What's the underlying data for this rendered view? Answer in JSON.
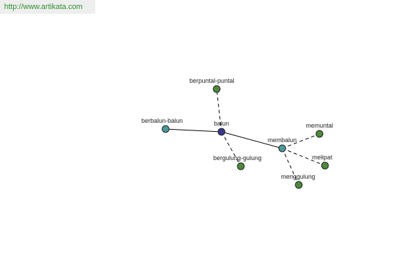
{
  "source": {
    "url": "http://www.artikata.com"
  },
  "colors": {
    "center_node": "#3a3a8c",
    "synonym_node": "#4a9a9a",
    "related_node": "#4e8a3c"
  },
  "graph": {
    "nodes": [
      {
        "id": "balun",
        "label": "balun",
        "kind": "center"
      },
      {
        "id": "berbalun-balun",
        "label": "berbalun-balun",
        "kind": "synonym"
      },
      {
        "id": "membalun",
        "label": "membalun",
        "kind": "synonym"
      },
      {
        "id": "berpuntal-puntal",
        "label": "berpuntal-puntal",
        "kind": "related"
      },
      {
        "id": "bergulung-gulung",
        "label": "bergulung-gulung",
        "kind": "related"
      },
      {
        "id": "memuntal",
        "label": "memuntal",
        "kind": "related"
      },
      {
        "id": "melipat",
        "label": "melipat",
        "kind": "related"
      },
      {
        "id": "menggulung",
        "label": "menggulung",
        "kind": "related"
      }
    ],
    "edges": [
      {
        "from": "balun",
        "to": "berbalun-balun",
        "style": "solid"
      },
      {
        "from": "balun",
        "to": "membalun",
        "style": "solid"
      },
      {
        "from": "balun",
        "to": "berpuntal-puntal",
        "style": "dashed"
      },
      {
        "from": "balun",
        "to": "bergulung-gulung",
        "style": "dashed"
      },
      {
        "from": "membalun",
        "to": "memuntal",
        "style": "dashed"
      },
      {
        "from": "membalun",
        "to": "melipat",
        "style": "dashed"
      },
      {
        "from": "membalun",
        "to": "menggulung",
        "style": "dashed"
      }
    ]
  }
}
